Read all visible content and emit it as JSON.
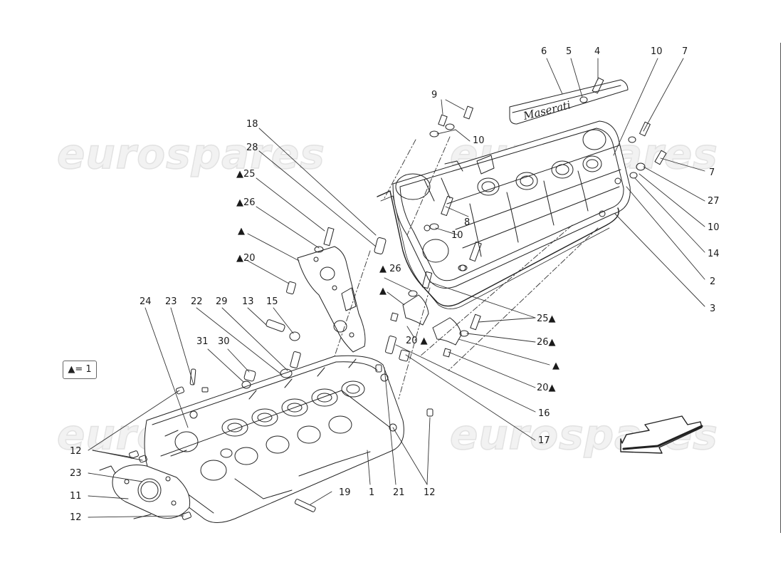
{
  "watermark": "eurospares",
  "cover_logo": "Maserati",
  "legend": {
    "symbol": "▲",
    "text": "▲= 1"
  },
  "callouts": [
    {
      "id": "c6",
      "text": "6"
    },
    {
      "id": "c5",
      "text": "5"
    },
    {
      "id": "c4",
      "text": "4"
    },
    {
      "id": "c10a",
      "text": "10"
    },
    {
      "id": "c7a",
      "text": "7"
    },
    {
      "id": "c9",
      "text": "9"
    },
    {
      "id": "c10b",
      "text": "10"
    },
    {
      "id": "c18",
      "text": "18"
    },
    {
      "id": "c28",
      "text": "28"
    },
    {
      "id": "c25a",
      "text": "▲25"
    },
    {
      "id": "c26a",
      "text": "▲26"
    },
    {
      "id": "ctri1",
      "text": "▲"
    },
    {
      "id": "c20a",
      "text": "▲20"
    },
    {
      "id": "c8",
      "text": "8"
    },
    {
      "id": "c10c",
      "text": "10"
    },
    {
      "id": "c7b",
      "text": "7"
    },
    {
      "id": "c27",
      "text": "27"
    },
    {
      "id": "c10d",
      "text": "10"
    },
    {
      "id": "c14",
      "text": "14"
    },
    {
      "id": "c2",
      "text": "2"
    },
    {
      "id": "c3",
      "text": "3"
    },
    {
      "id": "c26b",
      "text": "▲ 26"
    },
    {
      "id": "ctri2",
      "text": "▲"
    },
    {
      "id": "c20b",
      "text": "20 ▲"
    },
    {
      "id": "c25b",
      "text": "25▲"
    },
    {
      "id": "c26c",
      "text": "26▲"
    },
    {
      "id": "ctri3",
      "text": "▲"
    },
    {
      "id": "c20c",
      "text": "20▲"
    },
    {
      "id": "c16",
      "text": "16"
    },
    {
      "id": "c17",
      "text": "17"
    },
    {
      "id": "c24",
      "text": "24"
    },
    {
      "id": "c23a",
      "text": "23"
    },
    {
      "id": "c22",
      "text": "22"
    },
    {
      "id": "c29",
      "text": "29"
    },
    {
      "id": "c13",
      "text": "13"
    },
    {
      "id": "c15",
      "text": "15"
    },
    {
      "id": "c31",
      "text": "31"
    },
    {
      "id": "c30",
      "text": "30"
    },
    {
      "id": "c12a",
      "text": "12"
    },
    {
      "id": "c23b",
      "text": "23"
    },
    {
      "id": "c11",
      "text": "11"
    },
    {
      "id": "c12b",
      "text": "12"
    },
    {
      "id": "c19",
      "text": "19"
    },
    {
      "id": "c1",
      "text": "1"
    },
    {
      "id": "c21",
      "text": "21"
    },
    {
      "id": "c12c",
      "text": "12"
    }
  ]
}
